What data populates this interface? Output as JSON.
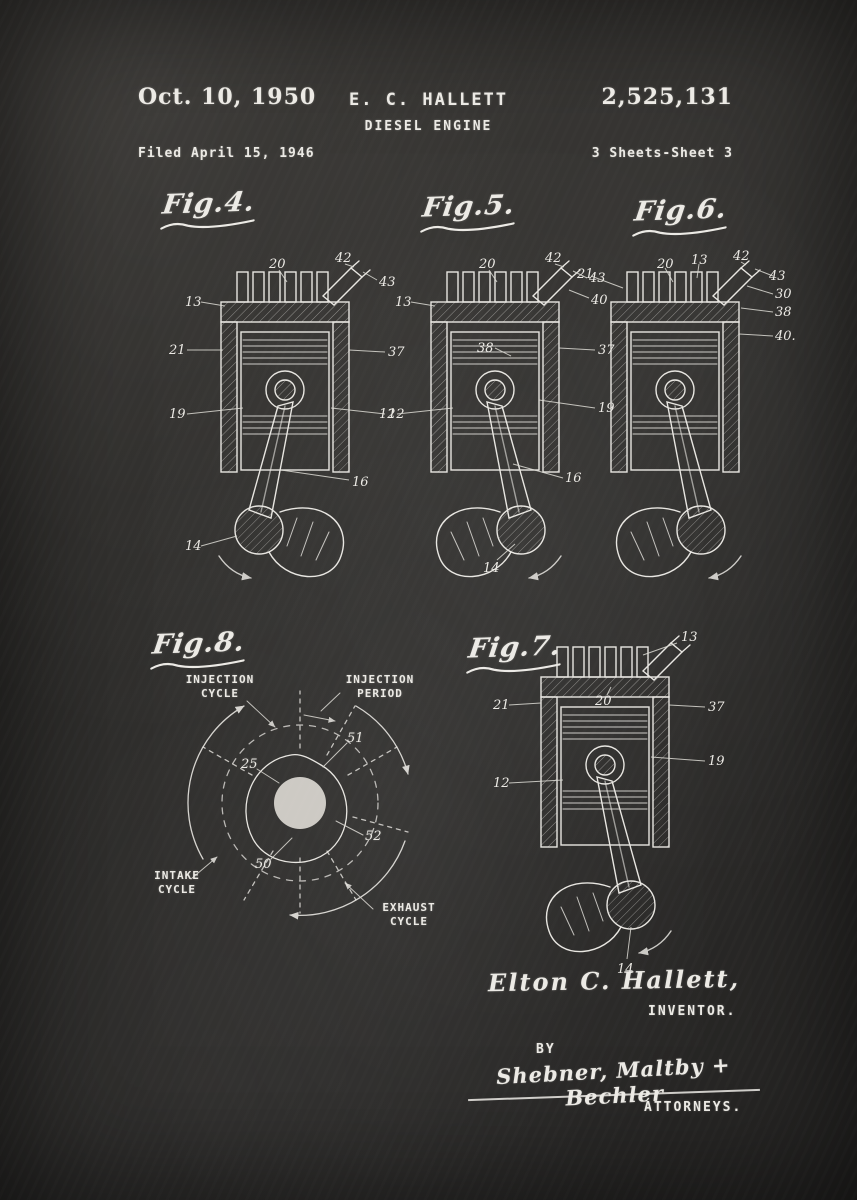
{
  "poster": {
    "background": "#2c2b29",
    "chalk": "#eceae5"
  },
  "header": {
    "date": "Oct. 10, 1950",
    "inventor": "E. C. HALLETT",
    "patent_number": "2,525,131",
    "title": "DIESEL ENGINE",
    "filed": "Filed April 15, 1946",
    "sheet_info": "3 Sheets-Sheet 3"
  },
  "figures": {
    "fig4": {
      "label": "Fig.4.",
      "callouts": [
        "13",
        "20",
        "42",
        "43",
        "21",
        "37",
        "19",
        "12",
        "16",
        "14"
      ]
    },
    "fig5": {
      "label": "Fig.5.",
      "callouts": [
        "13",
        "20",
        "42",
        "43",
        "40",
        "38",
        "37",
        "19",
        "12",
        "16",
        "14"
      ]
    },
    "fig6": {
      "label": "Fig.6.",
      "callouts": [
        "21",
        "20",
        "13",
        "42",
        "43",
        "30",
        "38",
        "40."
      ]
    },
    "fig7": {
      "label": "Fig.7.",
      "callouts": [
        "13",
        "21",
        "20",
        "37",
        "19",
        "12",
        "14"
      ]
    },
    "fig8": {
      "label": "Fig.8.",
      "labels": {
        "injection_cycle": "INJECTION\nCYCLE",
        "injection_period": "INJECTION\nPERIOD",
        "intake_cycle": "INTAKE\nCYCLE",
        "exhaust_cycle": "EXHAUST\nCYCLE"
      },
      "numbers": [
        "25",
        "51",
        "52",
        "50"
      ]
    }
  },
  "signature": {
    "inventor_name": "Elton C. Hallett,",
    "inventor_title": "INVENTOR.",
    "by": "BY",
    "attorney_signature": "Shebner, Maltby + Bechler",
    "attorneys_title": "ATTORNEYS."
  }
}
